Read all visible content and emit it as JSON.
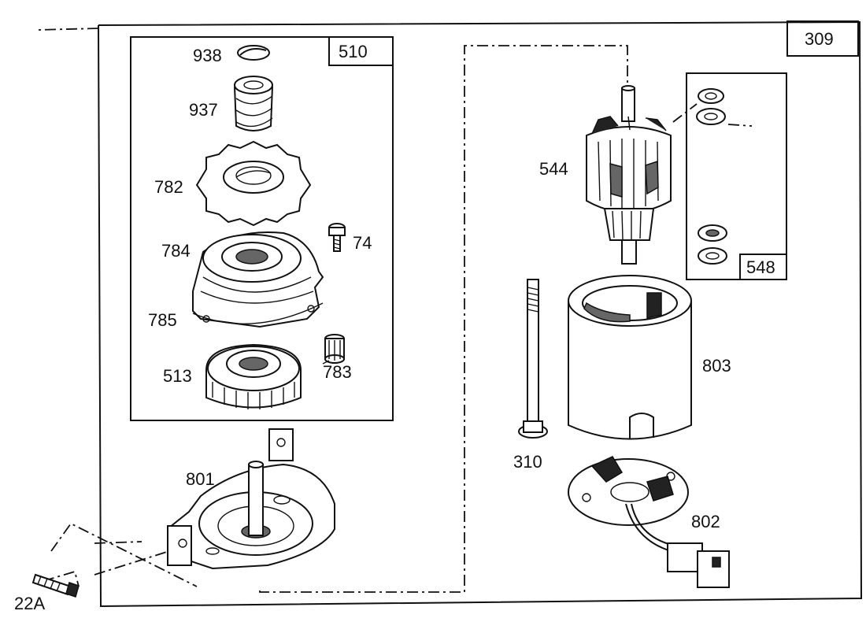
{
  "assembly_label": "309",
  "groups": {
    "drive": "510",
    "washers": "548"
  },
  "parts": {
    "p938": "938",
    "p937": "937",
    "p782": "782",
    "p74": "74",
    "p784": "784",
    "p785": "785",
    "p513": "513",
    "p783": "783",
    "p801": "801",
    "p22a": "22A",
    "p544": "544",
    "p803": "803",
    "p310": "310",
    "p802": "802"
  }
}
